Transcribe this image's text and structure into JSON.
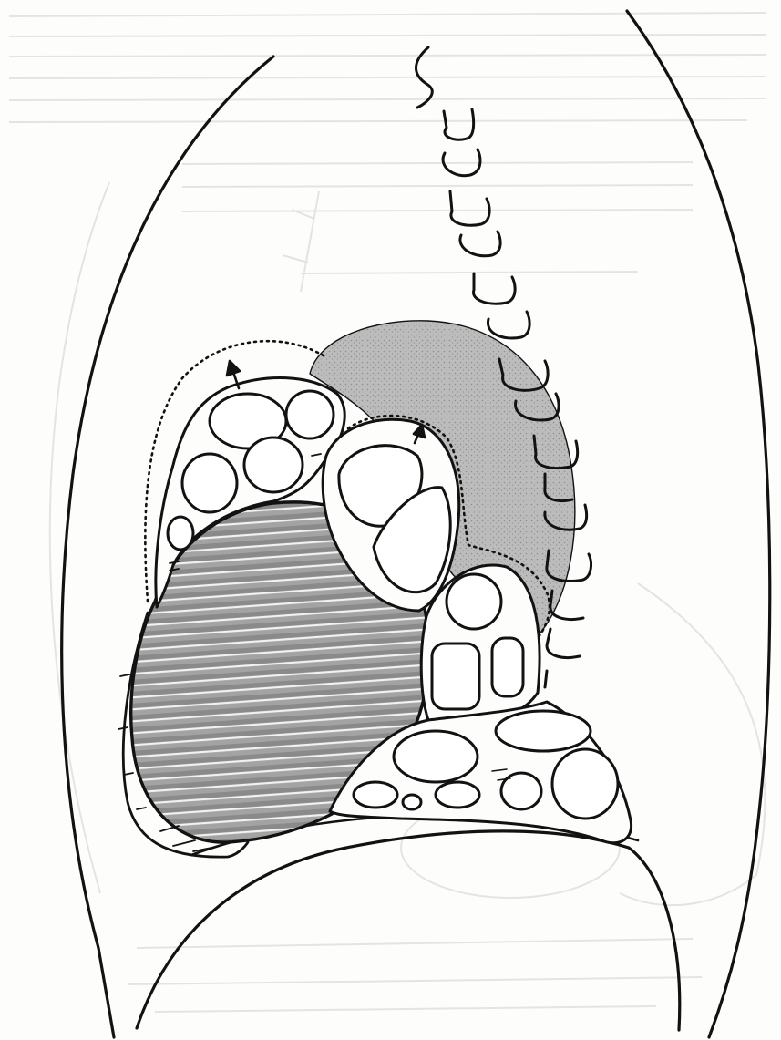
{
  "figure": {
    "label": "",
    "style": "black ink line drawing on off-white paper with faint bleed-through of text and drawing from the reverse side",
    "colors": {
      "paper": "#fdfdfc",
      "ink": "#121212",
      "stipple_fill": "#b9b9b9",
      "hatch_fill": "#9a9a9a",
      "loop_fill": "#ffffff",
      "bleed_through": "#d6d6d6"
    },
    "regions": [
      {
        "name": "chest-wall-outline",
        "fill": "none"
      },
      {
        "name": "spine-vertebral-column",
        "fill": "none"
      },
      {
        "name": "diaphragm-dome",
        "fill": "none"
      },
      {
        "name": "stippled-posterior-mass",
        "fill": "stipple"
      },
      {
        "name": "hatched-central-mass",
        "fill": "horizontal-hatching"
      },
      {
        "name": "upper-anterior-loop-cluster",
        "fill": "white-loops"
      },
      {
        "name": "middle-loop-cluster",
        "fill": "white-loops"
      },
      {
        "name": "posterior-loop-cluster",
        "fill": "white-loops"
      },
      {
        "name": "lower-loop-cluster",
        "fill": "white-loops"
      },
      {
        "name": "dotted-expansion-outline-upper",
        "fill": "none"
      },
      {
        "name": "dotted-expansion-outline-posterior",
        "fill": "none"
      },
      {
        "name": "expansion-arrow-upper",
        "direction": "up"
      },
      {
        "name": "expansion-arrow-middle",
        "direction": "up"
      }
    ]
  }
}
